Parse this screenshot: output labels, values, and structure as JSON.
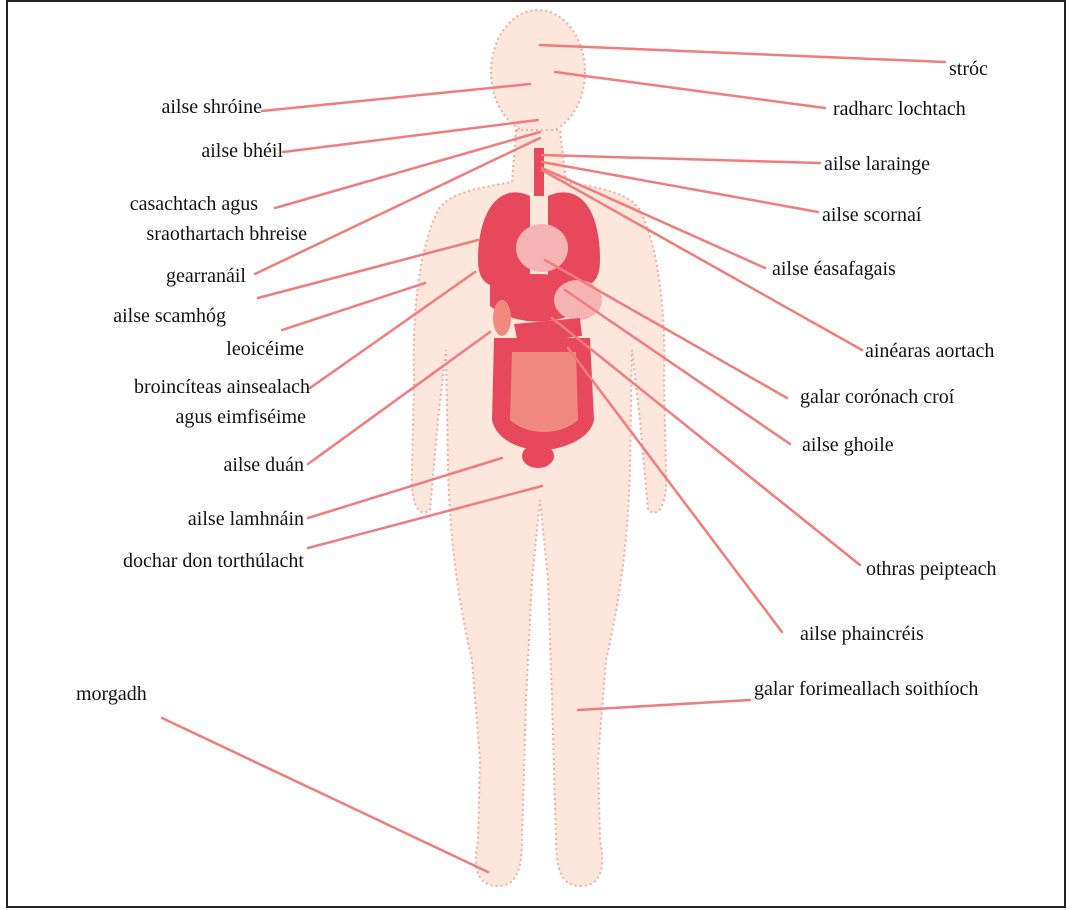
{
  "colors": {
    "leader_line": "#f07c7c",
    "body_fill": "#fde6dc",
    "body_outline": "#f4a9a4",
    "organ_red": "#e8485c",
    "organ_pink": "#f5b3b3",
    "organ_salmon": "#f08a7e",
    "border": "#222222",
    "text": "#111111"
  },
  "labels": {
    "stroc": "stróc",
    "radharc": "radharc lochtach",
    "laraing": "ailse larainge",
    "scornai": "ailse scornaí",
    "easafagais": "ailse éasafagais",
    "aortach": "ainéaras aortach",
    "coronach": "galar corónach croí",
    "ghoile": "ailse ghoile",
    "peipteach": "othras peipteach",
    "phaincreis": "ailse phaincréis",
    "soithioch": "galar forimeallach soithíoch",
    "shroine": "ailse shróine",
    "bheil": "ailse bhéil",
    "casachtach_1": "casachtach agus",
    "casachtach_2": "sraothartach bhreise",
    "gearranail": "gearranáil",
    "scamhog": "ailse scamhóg",
    "leoiceime": "leoicéime",
    "broinciteas_1": "broincíteas ainsealach",
    "broinciteas_2": "agus eimfiséime",
    "duan": "ailse duán",
    "lamhnain": "ailse lamhnáin",
    "dochar": "dochar don torthúlacht",
    "morgadh": "morgadh"
  }
}
